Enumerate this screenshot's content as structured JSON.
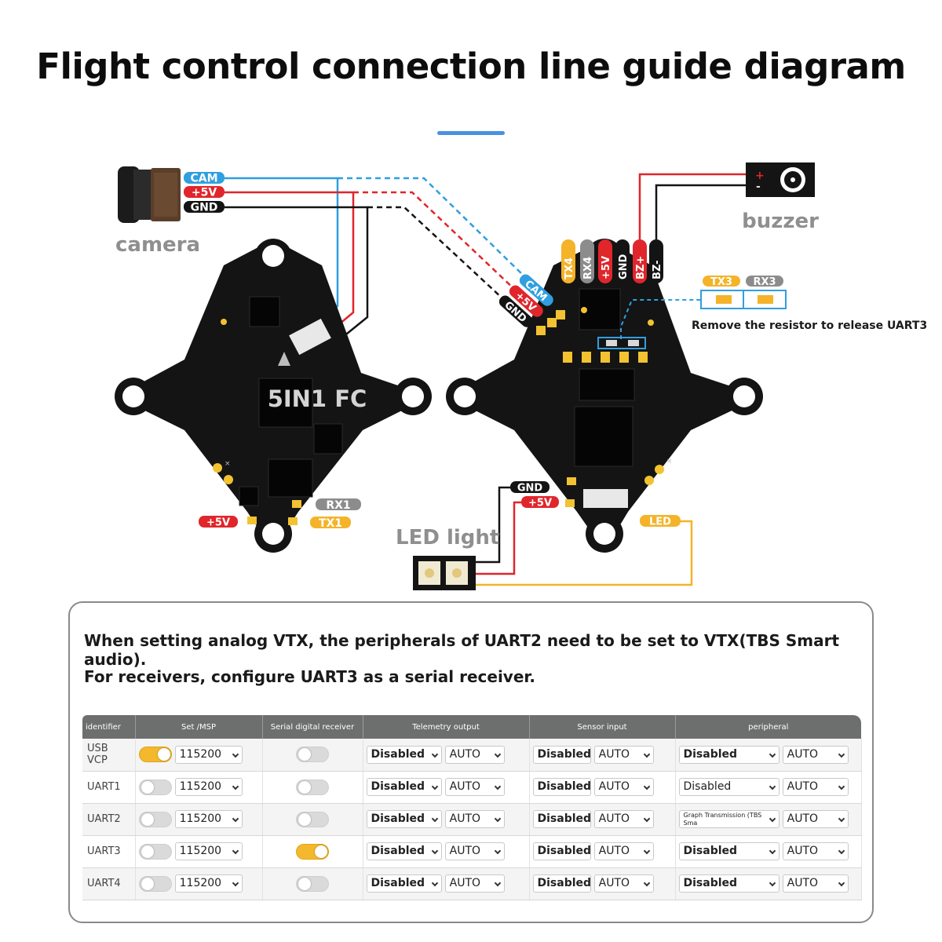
{
  "title": "Flight control connection line guide diagram",
  "colors": {
    "accent_blue": "#4a90e2",
    "cam_blue": "#2f9fe0",
    "power_red": "#e0262b",
    "signal_yellow": "#f4b329",
    "rx_gray": "#8c8c8c",
    "board_black": "#141414"
  },
  "diagram": {
    "camera_label": "camera",
    "buzzer_label": "buzzer",
    "led_label": "LED light",
    "fc_label": "5IN1 FC",
    "left_board_pads": {
      "cam": "CAM",
      "v5": "+5V",
      "gnd": "GND",
      "rx1": "RX1",
      "tx1": "TX1",
      "v5_bottom": "+5V"
    },
    "right_board_pads": {
      "cam": "CAM",
      "v5": "+5V",
      "gnd": "GND",
      "tx4": "TX4",
      "rx4": "RX4",
      "v5_top": "+5V",
      "gnd_top": "GND",
      "bzp": "BZ+",
      "bzm": "BZ-",
      "tx3": "TX3",
      "rx3": "RX3",
      "led_gnd": "GND",
      "led_v5": "+5V",
      "led": "LED"
    },
    "resistor_note": "Remove the resistor to release UART3"
  },
  "panel": {
    "note1": "When setting analog VTX, the peripherals of UART2 need to be set to VTX(TBS Smart audio).",
    "note2": "For receivers, configure UART3 as a serial receiver."
  },
  "table": {
    "headers": [
      "identifier",
      "Set /MSP",
      "Serial digital receiver",
      "Telemetry output",
      "Sensor input",
      "peripheral"
    ],
    "rows": [
      {
        "id": "USB VCP",
        "msp_on": true,
        "baud": "115200",
        "serial_rx_on": false,
        "tele": "Disabled",
        "tele_auto": "AUTO",
        "sensor": "Disabled",
        "sensor_auto": "AUTO",
        "periph": "Disabled",
        "periph_auto": "AUTO"
      },
      {
        "id": "UART1",
        "msp_on": false,
        "baud": "115200",
        "serial_rx_on": false,
        "tele": "Disabled",
        "tele_auto": "AUTO",
        "sensor": "Disabled",
        "sensor_auto": "AUTO",
        "periph": "Disabled",
        "periph_auto": "AUTO"
      },
      {
        "id": "UART2",
        "msp_on": false,
        "baud": "115200",
        "serial_rx_on": false,
        "tele": "Disabled",
        "tele_auto": "AUTO",
        "sensor": "Disabled",
        "sensor_auto": "AUTO",
        "periph": "Graph Transmission (TBS Sma",
        "periph_auto": "AUTO"
      },
      {
        "id": "UART3",
        "msp_on": false,
        "baud": "115200",
        "serial_rx_on": true,
        "tele": "Disabled",
        "tele_auto": "AUTO",
        "sensor": "Disabled",
        "sensor_auto": "AUTO",
        "periph": "Disabled",
        "periph_auto": "AUTO"
      },
      {
        "id": "UART4",
        "msp_on": false,
        "baud": "115200",
        "serial_rx_on": false,
        "tele": "Disabled",
        "tele_auto": "AUTO",
        "sensor": "Disabled",
        "sensor_auto": "AUTO",
        "periph": "Disabled",
        "periph_auto": "AUTO"
      }
    ]
  }
}
